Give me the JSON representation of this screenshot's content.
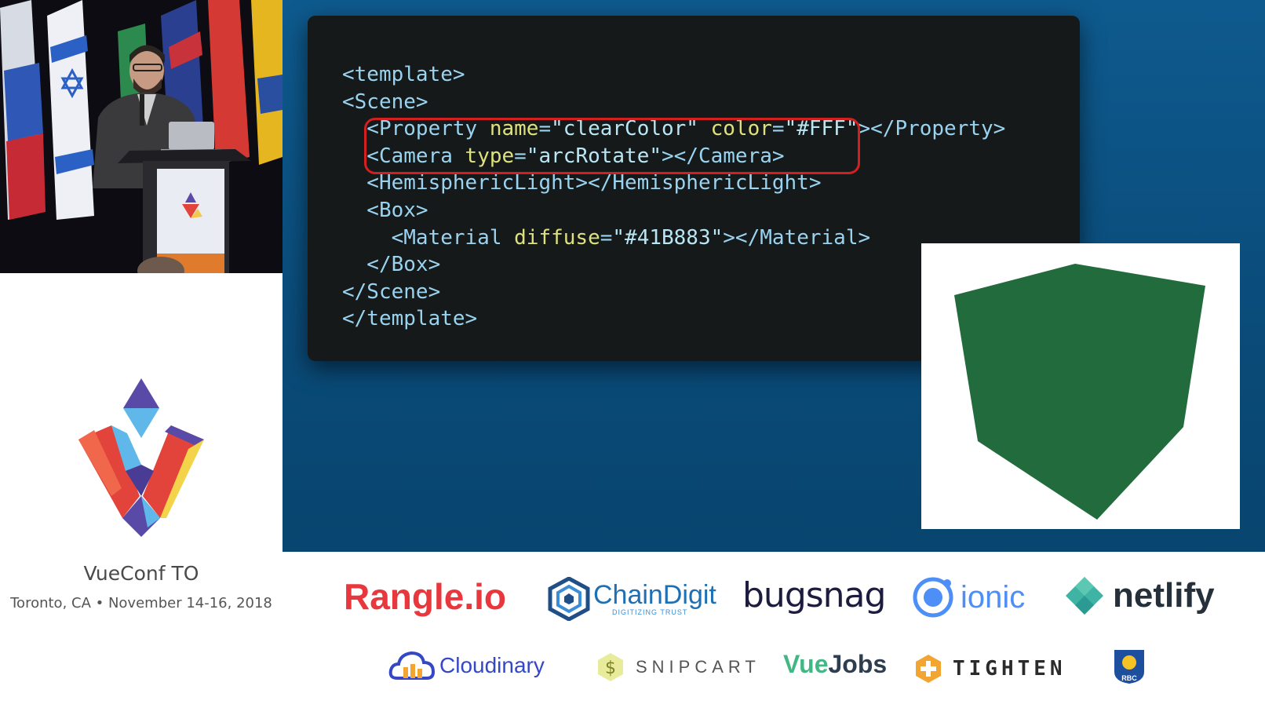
{
  "conference": {
    "name": "VueConf TO",
    "location_date": "Toronto, CA • November 14-16, 2018"
  },
  "slide": {
    "code_lines": [
      {
        "tag_open": "<template>",
        "attr": "",
        "eq": "",
        "value": "",
        "attr2": "",
        "eq2": "",
        "value2": "",
        "tag_close": ""
      },
      {
        "tag_open": "<Scene>",
        "attr": "",
        "eq": "",
        "value": "",
        "attr2": "",
        "eq2": "",
        "value2": "",
        "tag_close": ""
      },
      {
        "tag_open": "  <Property ",
        "attr": "name",
        "eq": "=",
        "value": "\"clearColor\" ",
        "attr2": "color",
        "eq2": "=",
        "value2": "\"#FFF\"",
        "tag_close": "></Property>"
      },
      {
        "tag_open": "  <Camera ",
        "attr": "type",
        "eq": "=",
        "value": "\"arcRotate\"",
        "attr2": "",
        "eq2": "",
        "value2": "",
        "tag_close": "></Camera>"
      },
      {
        "tag_open": "  <HemisphericLight></HemisphericLight>",
        "attr": "",
        "eq": "",
        "value": "",
        "attr2": "",
        "eq2": "",
        "value2": "",
        "tag_close": ""
      },
      {
        "tag_open": "  <Box>",
        "attr": "",
        "eq": "",
        "value": "",
        "attr2": "",
        "eq2": "",
        "value2": "",
        "tag_close": ""
      },
      {
        "tag_open": "    <Material ",
        "attr": "diffuse",
        "eq": "=",
        "value": "\"#41B883\"",
        "attr2": "",
        "eq2": "",
        "value2": "",
        "tag_close": "></Material>"
      },
      {
        "tag_open": "  </Box>",
        "attr": "",
        "eq": "",
        "value": "",
        "attr2": "",
        "eq2": "",
        "value2": "",
        "tag_close": ""
      },
      {
        "tag_open": "</Scene>",
        "attr": "",
        "eq": "",
        "value": "",
        "attr2": "",
        "eq2": "",
        "value2": "",
        "tag_close": ""
      },
      {
        "tag_open": "</template>",
        "attr": "",
        "eq": "",
        "value": "",
        "attr2": "",
        "eq2": "",
        "value2": "",
        "tag_close": ""
      }
    ],
    "cube_color": "#226b3d",
    "highlight_color": "#d41f1f"
  },
  "sponsors": {
    "row1": {
      "rangle": "Rangle.io",
      "chaindigit": "ChainDigit",
      "chaindigit_tagline": "DIGITIZING TRUST",
      "bugsnag": "bugsnag",
      "ionic": "ionic",
      "netlify": "netlify"
    },
    "row2": {
      "cloudinary": "Cloudinary",
      "snipcart": "SNIPCART",
      "vuejobs_a": "Vue",
      "vuejobs_b": "Jobs",
      "tighten": "TIGHTEN",
      "rbc": "RBC"
    }
  },
  "colors": {
    "slide_bg": "#0a4f80",
    "rangle": "#e8383d",
    "chaindigit": "#1f6fb5",
    "bugsnag": "#1d1c3f",
    "ionic": "#4e8ef7",
    "netlify": "#25303a",
    "vuejobs": "#41b883",
    "tighten": "#f2a531"
  }
}
